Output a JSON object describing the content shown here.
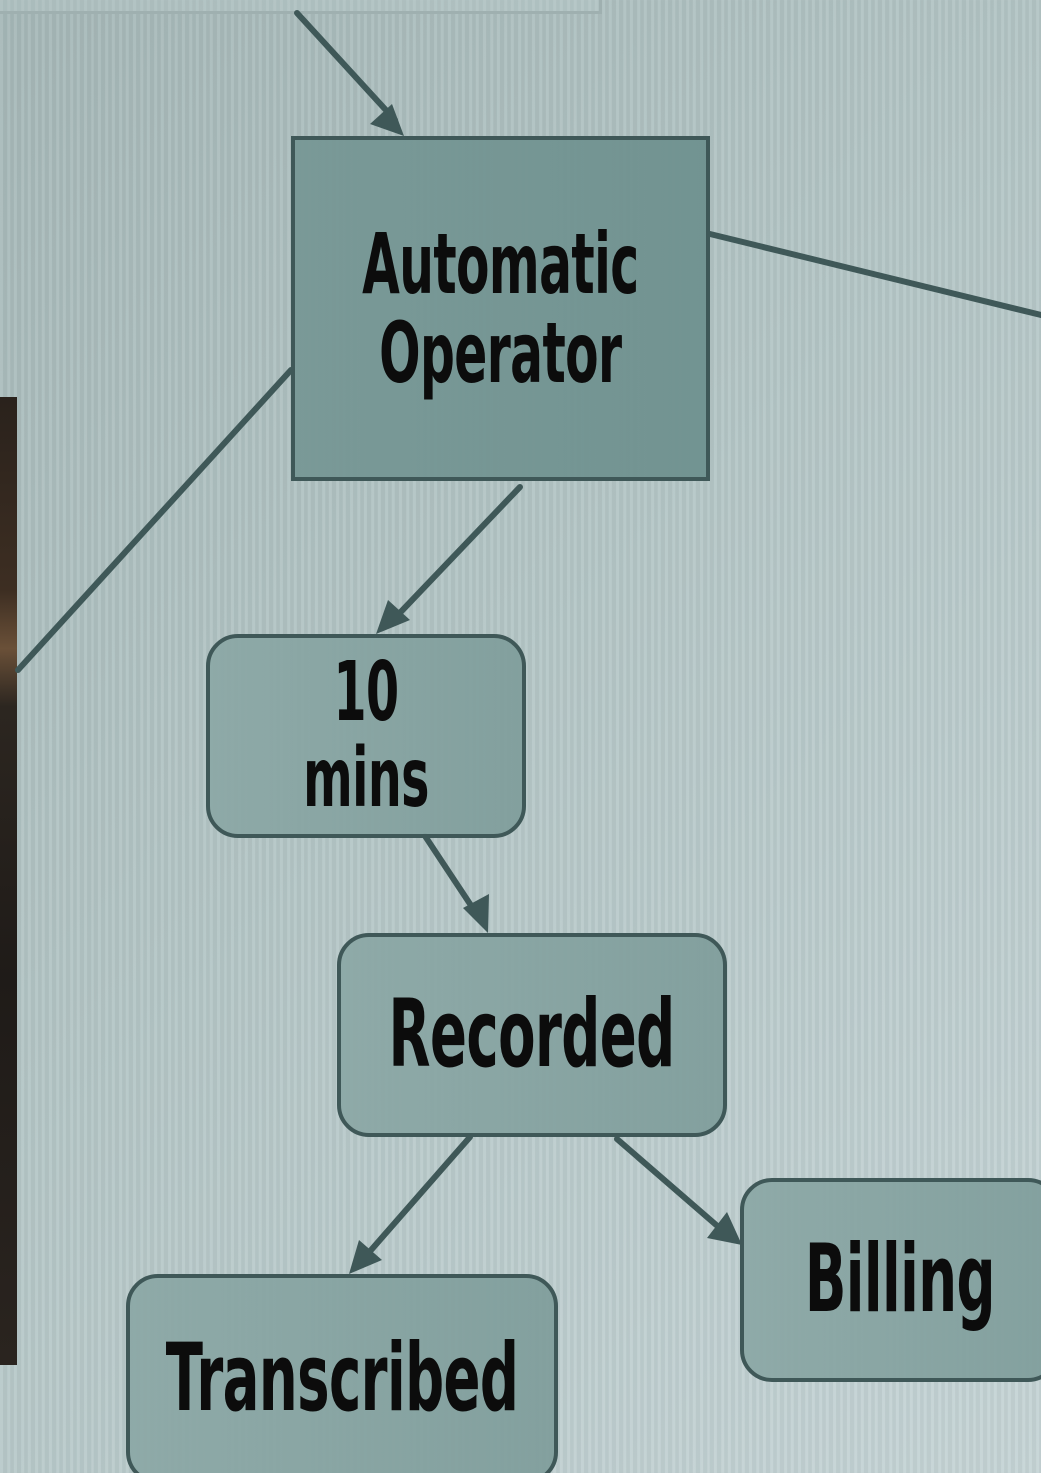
{
  "diagram": {
    "nodes": {
      "automatic_operator": "Automatic\nOperator",
      "ten_mins": "10 mins",
      "recorded": "Recorded",
      "transcribed": "Transcribed",
      "billing": "Billing"
    }
  },
  "colors": {
    "node_fill": "#809e9c",
    "node_border": "#3f5858",
    "connector": "#3f5858",
    "background": "#b4c6c6"
  }
}
